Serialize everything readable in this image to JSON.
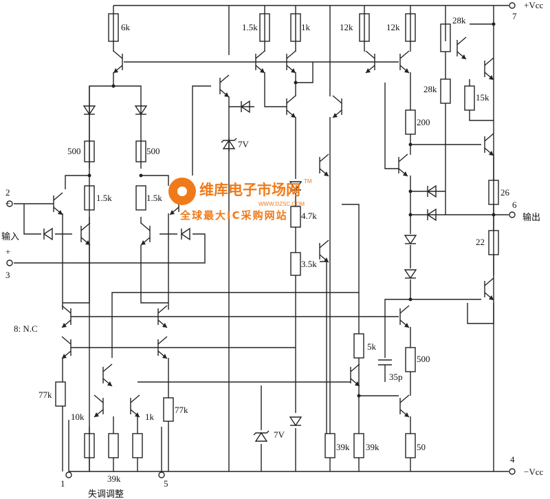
{
  "title": "Operational amplifier internal schematic",
  "watermark": {
    "name": "维库电子市场网",
    "slogan": "全球最大IC采购网站",
    "url": "WWW.DZSC.COM",
    "tm": "TM",
    "color": "#f07a1a"
  },
  "terminals": {
    "vcc_pos": "+Vcc",
    "pin7": "7",
    "vcc_neg": "−Vcc",
    "pin4": "4",
    "pin2": "2",
    "minus": "−",
    "plus": "+",
    "pin3": "3",
    "input": "输入",
    "pin6": "6",
    "output": "输出",
    "nc": "8: N.C",
    "pin1": "1",
    "pin5": "5",
    "offset": "失调调整"
  },
  "components": {
    "r_6k": "6k",
    "r_1_5k_top": "1.5k",
    "r_1k_top": "1k",
    "r_12k_a": "12k",
    "r_12k_b": "12k",
    "r_28k_a": "28k",
    "r_28k_b": "28k",
    "r_15k": "15k",
    "z_7v_top": "7V",
    "r_200": "200",
    "r_500_l": "500",
    "r_500_r": "500",
    "r_1_5k_l": "1.5k",
    "r_1_5k_r": "1.5k",
    "r_4_7k": "4.7k",
    "r_3_5k": "3.5k",
    "r_26": "26",
    "r_22": "22",
    "r_5k": "5k",
    "c_35p": "35p",
    "r_500_out": "500",
    "r_77k_l": "77k",
    "r_77k_r": "77k",
    "r_10k": "10k",
    "r_1k_bot": "1k",
    "r_39k_mid": "39k",
    "z_7v_bot": "7V",
    "r_39k_a": "39k",
    "r_39k_b": "39k",
    "r_50": "50"
  }
}
